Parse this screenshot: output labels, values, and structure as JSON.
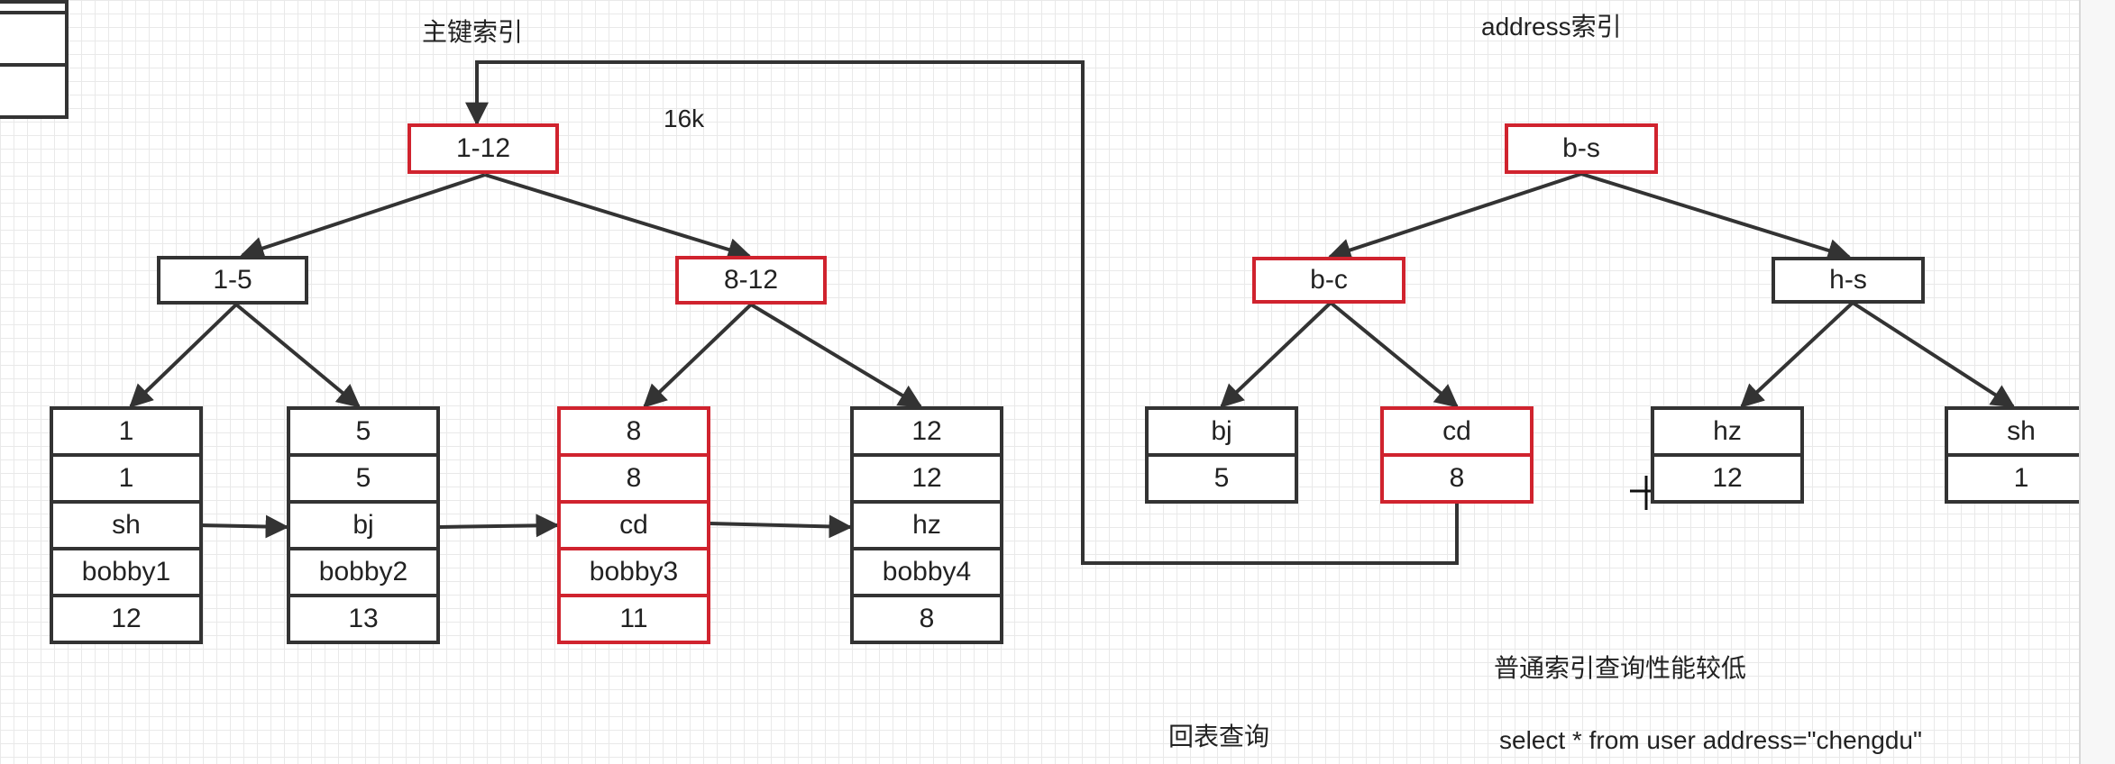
{
  "labels": {
    "primary_index": "主键索引",
    "address_index": "address索引",
    "page_size": "16k",
    "back_to_table": "回表查询",
    "perf_note": "普通索引查询性能较低",
    "sql": "select * from user address=\"chengdu\""
  },
  "primary_tree": {
    "root": "1-12",
    "left_internal": "1-5",
    "right_internal": "8-12",
    "leaves": [
      [
        "1",
        "1",
        "sh",
        "bobby1",
        "12"
      ],
      [
        "5",
        "5",
        "bj",
        "bobby2",
        "13"
      ],
      [
        "8",
        "8",
        "cd",
        "bobby3",
        "11"
      ],
      [
        "12",
        "12",
        "hz",
        "bobby4",
        "8"
      ]
    ]
  },
  "address_tree": {
    "root": "b-s",
    "left_internal": "b-c",
    "right_internal": "h-s",
    "leaves": [
      [
        "bj",
        "5"
      ],
      [
        "cd",
        "8"
      ],
      [
        "hz",
        "12"
      ],
      [
        "sh",
        "1"
      ]
    ]
  },
  "colors": {
    "highlight": "#d0232e",
    "stroke": "#333333",
    "grid": "#e9e9e9"
  }
}
